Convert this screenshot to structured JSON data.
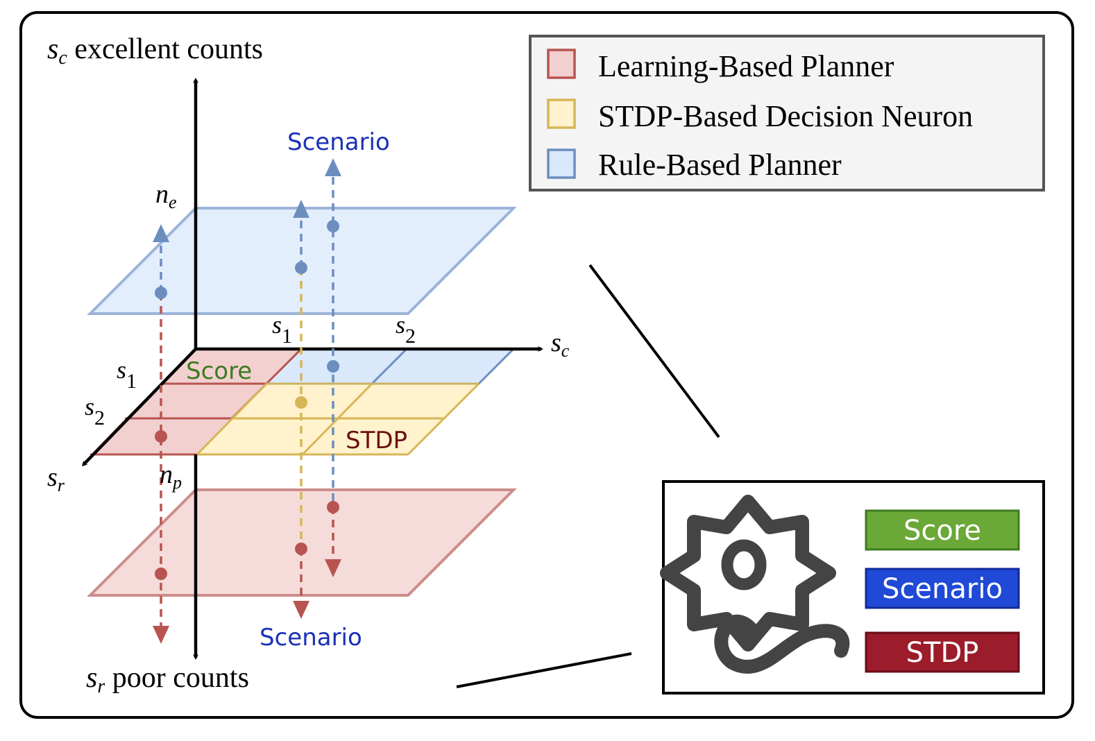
{
  "axes": {
    "up_var": "s",
    "up_sub": "c",
    "up_text": "excellent counts",
    "down_var": "s",
    "down_sub": "r",
    "down_text": "poor counts",
    "right_var": "s",
    "right_sub": "c",
    "left_var": "s",
    "left_sub": "r"
  },
  "ticks": {
    "sc1_var": "s",
    "sc1_sub": "1",
    "sc2_var": "s",
    "sc2_sub": "2",
    "sr1_var": "s",
    "sr1_sub": "1",
    "sr2_var": "s",
    "sr2_sub": "2"
  },
  "planes": {
    "ne_var": "n",
    "ne_sub": "e",
    "np_var": "n",
    "np_sub": "p"
  },
  "flow_labels": {
    "scenario_top": "Scenario",
    "scenario_bottom": "Scenario",
    "score": "Score",
    "stdp": "STDP"
  },
  "legend": {
    "items": [
      {
        "label": "Learning-Based Planner",
        "fill": "#f2d0cf",
        "stroke": "#b85450"
      },
      {
        "label": "STDP-Based Decision Neuron",
        "fill": "#fff2cc",
        "stroke": "#d6b656"
      },
      {
        "label": "Rule-Based Planner",
        "fill": "#dae8fc",
        "stroke": "#6c8ebf"
      }
    ]
  },
  "neuron_panel": {
    "icon": "neuron-icon",
    "badges": [
      {
        "label": "Score",
        "fill": "#6aa837",
        "stroke": "#3d7a1f"
      },
      {
        "label": "Scenario",
        "fill": "#1f49d6",
        "stroke": "#0f2a9a"
      },
      {
        "label": "STDP",
        "fill": "#9b1c2b",
        "stroke": "#6a0d18"
      }
    ]
  },
  "colors": {
    "red": "#b85450",
    "yellow": "#d6b656",
    "blue": "#6c8ebf",
    "label_blue": "#1a2fb8",
    "score_green": "#3d7a1f",
    "stdp_red": "#6b0f12"
  }
}
